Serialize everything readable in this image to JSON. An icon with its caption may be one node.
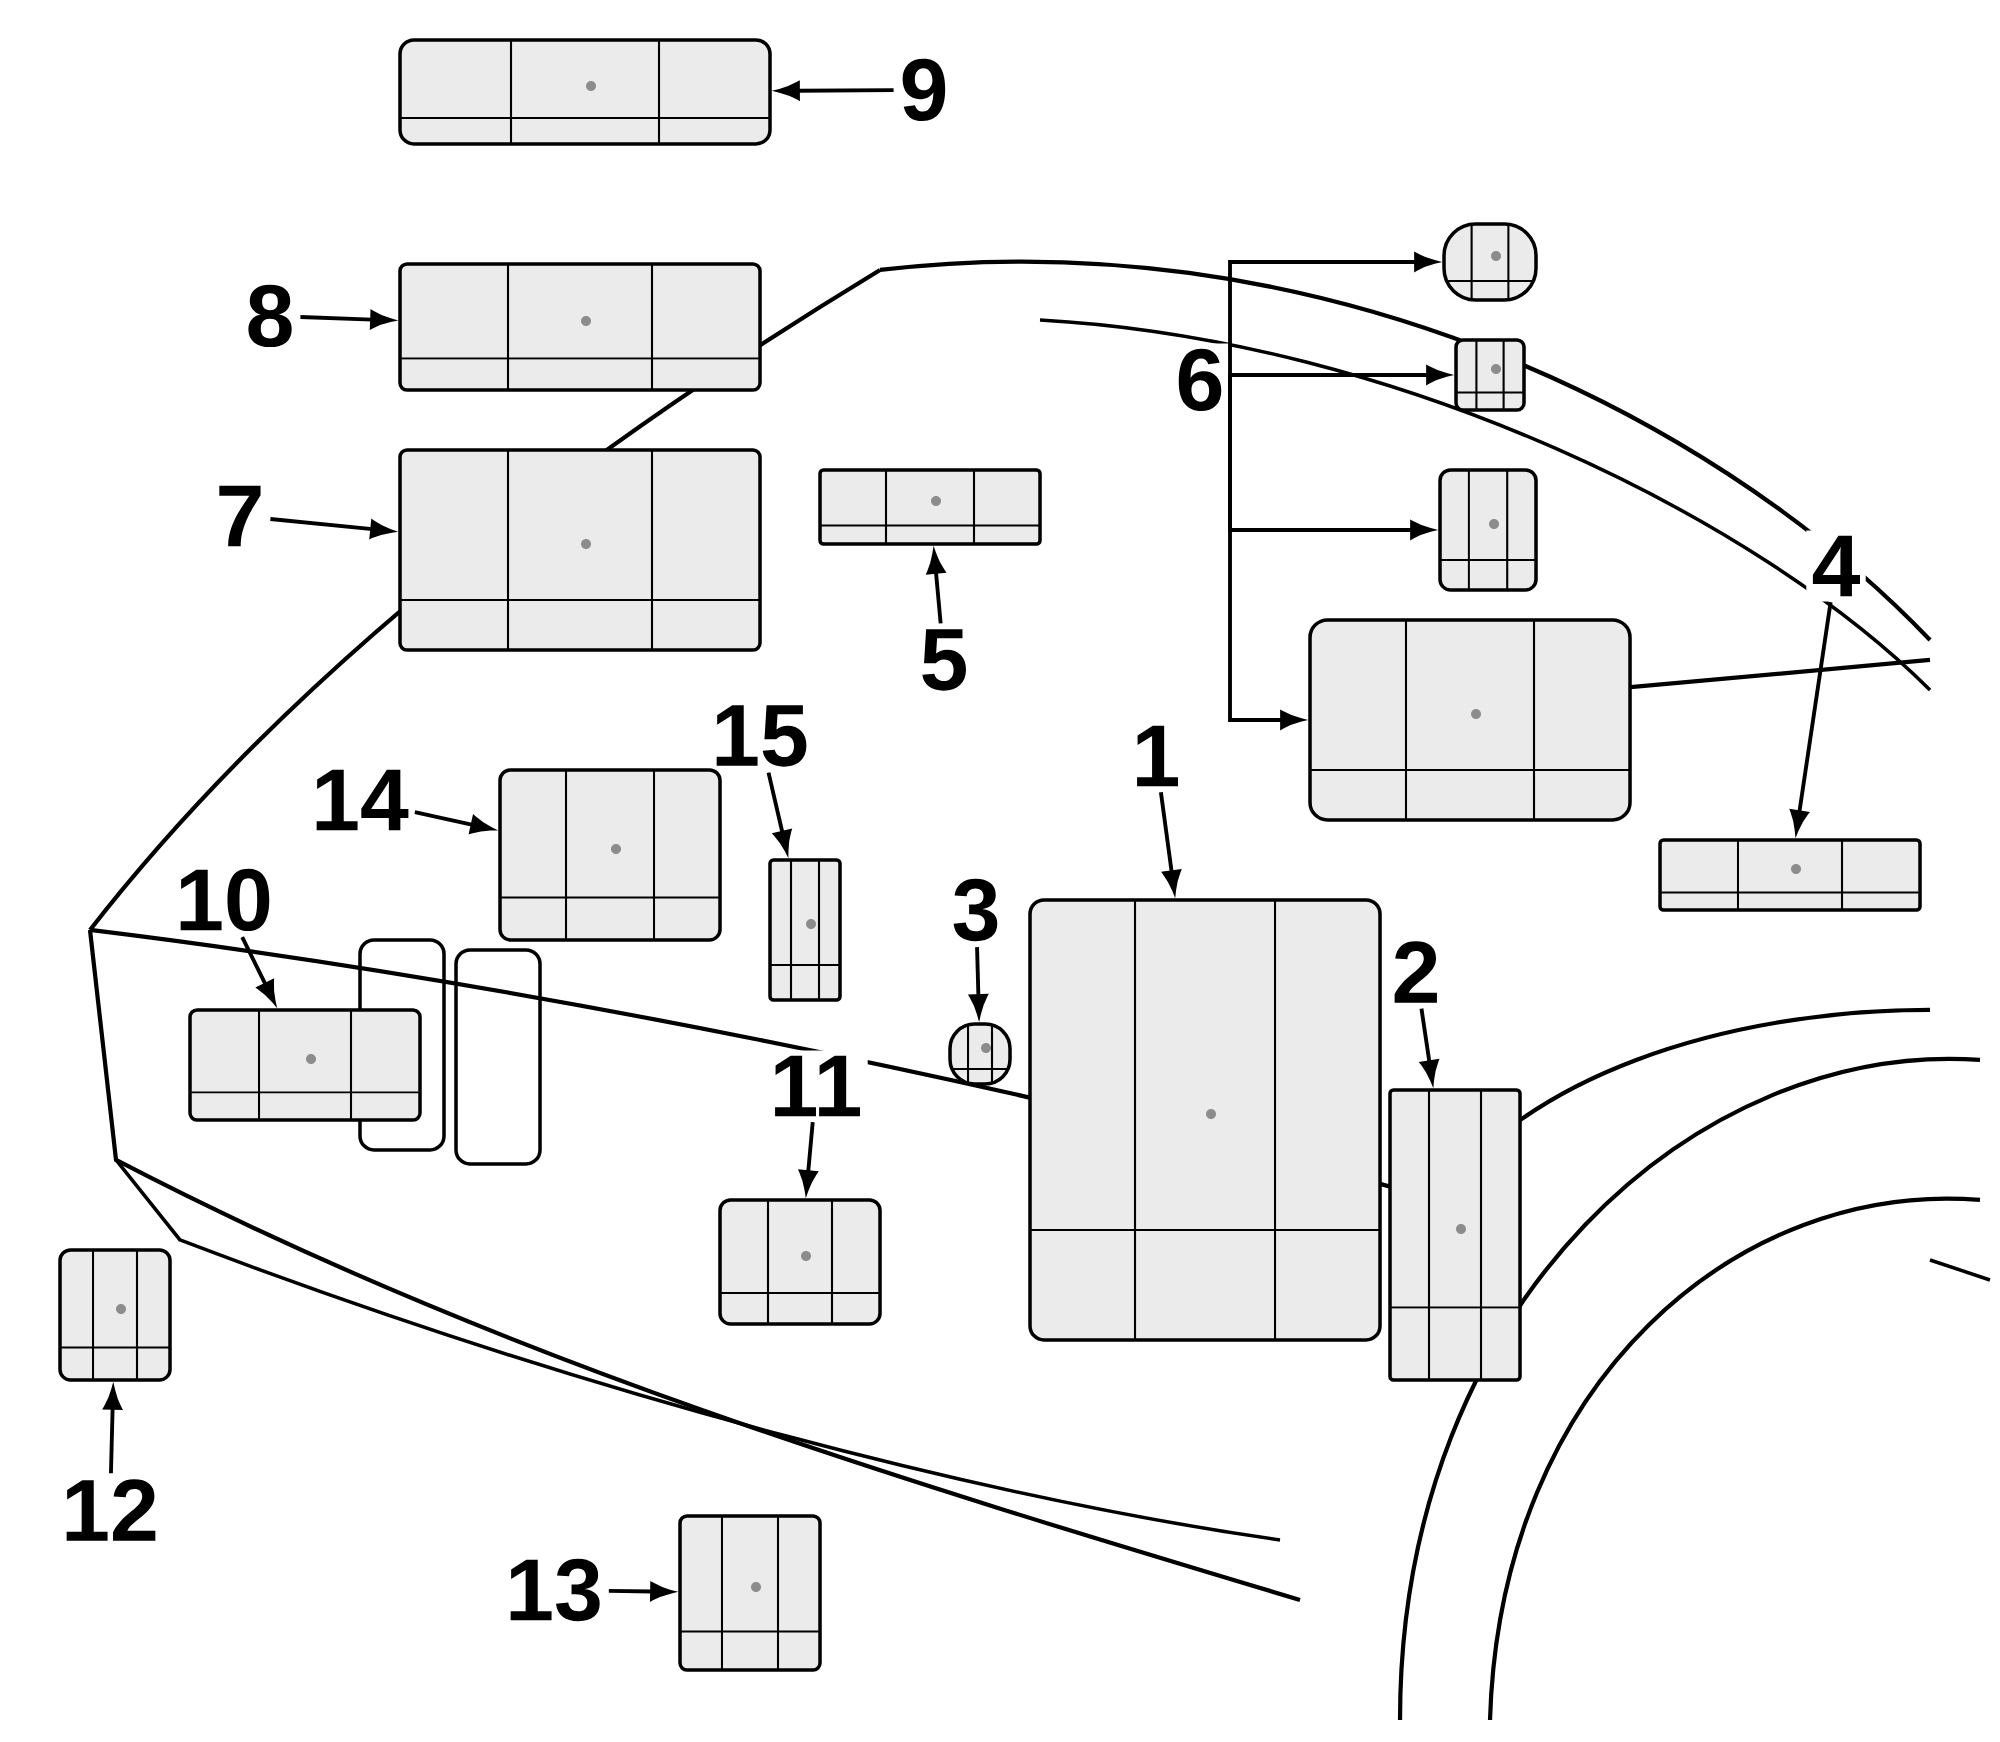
{
  "diagram": {
    "nodes": [
      {
        "text": [
          "1"
        ]
      },
      {
        "text": [
          "2"
        ]
      },
      {
        "text": [
          "3"
        ]
      },
      {
        "text": [
          "4"
        ]
      },
      {
        "text": [
          "5"
        ]
      },
      {
        "text": [
          "6"
        ]
      },
      {
        "text": [
          "7"
        ]
      },
      {
        "text": [
          "8"
        ]
      },
      {
        "text": [
          "9"
        ]
      },
      {
        "text": [
          "10"
        ]
      },
      {
        "text": [
          "11"
        ]
      },
      {
        "text": [
          "12"
        ]
      },
      {
        "text": [
          "13"
        ]
      },
      {
        "text": [
          "14"
        ]
      },
      {
        "text": [
          "15"
        ]
      },
      {
        "text": [],
        "shape": "picture"
      },
      {
        "text": [],
        "shape": "picture"
      },
      {
        "text": [],
        "shape": "picture"
      },
      {
        "text": [],
        "shape": "picture"
      },
      {
        "text": [],
        "shape": "picture"
      },
      {
        "text": [],
        "shape": "picture"
      },
      {
        "text": [],
        "shape": "picture"
      },
      {
        "text": [],
        "shape": "picture"
      },
      {
        "text": [],
        "shape": "picture"
      },
      {
        "text": [],
        "shape": "picture"
      },
      {
        "text": [],
        "shape": "picture"
      },
      {
        "text": [],
        "shape": "picture"
      },
      {
        "text": [],
        "shape": "picture"
      },
      {
        "text": [],
        "shape": "picture"
      },
      {
        "text": [],
        "shape": "picture"
      },
      {
        "text": [],
        "shape": "picture"
      },
      {
        "text": [],
        "shape": "picture"
      },
      {
        "text": [],
        "shape": "picture"
      }
    ],
    "edges": [
      {
        "from": 0,
        "to": 15,
        "arrow": "to"
      },
      {
        "from": 1,
        "to": 16,
        "arrow": "to"
      },
      {
        "from": 2,
        "to": 17,
        "arrow": "to"
      },
      {
        "from": 3,
        "to": 18,
        "arrow": "to"
      },
      {
        "from": 4,
        "to": 19,
        "arrow": "to"
      },
      {
        "from": 5,
        "to": 20,
        "arrow": "to"
      },
      {
        "from": 5,
        "to": 21,
        "arrow": "to"
      },
      {
        "from": 5,
        "to": 22,
        "arrow": "to"
      },
      {
        "from": 5,
        "to": 23,
        "arrow": "to"
      },
      {
        "from": 6,
        "to": 24,
        "arrow": "to"
      },
      {
        "from": 7,
        "to": 25,
        "arrow": "to"
      },
      {
        "from": 8,
        "to": 26,
        "arrow": "to"
      },
      {
        "from": 9,
        "to": 27,
        "arrow": "to"
      },
      {
        "from": 10,
        "to": 28,
        "arrow": "to"
      },
      {
        "from": 11,
        "to": 29,
        "arrow": "to"
      },
      {
        "from": 12,
        "to": 30,
        "arrow": "to"
      },
      {
        "from": 13,
        "to": 31,
        "arrow": "to"
      },
      {
        "from": 14,
        "to": 32,
        "arrow": "to"
      }
    ]
  }
}
